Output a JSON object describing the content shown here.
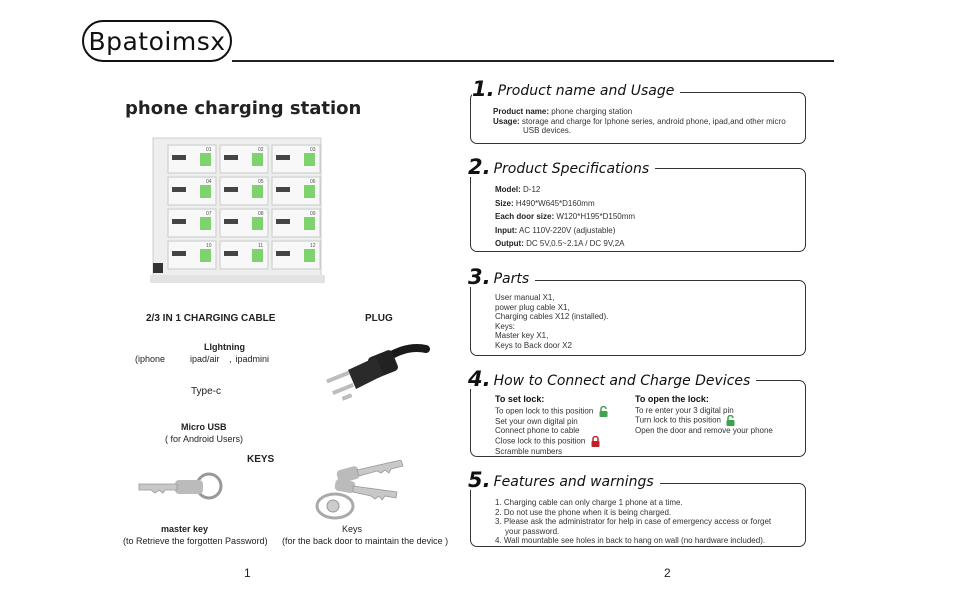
{
  "brand": "Bpatoimsx",
  "left": {
    "title": "phone charging station",
    "cable_heading": "2/3 IN 1 CHARGING CABLE",
    "plug_heading": "PLUG",
    "lightning": "LIghtning",
    "iphone": "(iphone",
    "ipad_air": "ipad/air",
    "ipadmini": "ipadmini",
    "type_c": "Type-c",
    "micro_usb": "Micro USB",
    "for_android": "( for Android Users)",
    "keys_heading": "KEYS",
    "master_key": "master key",
    "master_key_note": "(to Retrieve the forgotten Password)",
    "keys": "Keys",
    "keys_note": "(for the back door to maintain the device )",
    "page_number": "1",
    "door_numbers": [
      "01",
      "02",
      "03",
      "04",
      "05",
      "06",
      "07",
      "08",
      "09",
      "10",
      "11",
      "12"
    ]
  },
  "sections": [
    {
      "num": "1.",
      "title": "Product name and Usage"
    },
    {
      "num": "2.",
      "title": "Product Specifications"
    },
    {
      "num": "3.",
      "title": "Parts"
    },
    {
      "num": "4.",
      "title": "How to Connect and Charge Devices"
    },
    {
      "num": "5.",
      "title": "Features and warnings"
    }
  ],
  "s1": {
    "name_label": "Product name:",
    "name_value": "phone charging station",
    "usage_label": "Usage:",
    "usage_value": "storage and charge for Iphone series, android phone, ipad,and other micro",
    "usage_value2": "USB devices."
  },
  "s2": [
    {
      "label": "Model:",
      "value": "D-12"
    },
    {
      "label": "Size:",
      "value": "H490*W645*D160mm"
    },
    {
      "label": "Each door size:",
      "value": "W120*H195*D150mm"
    },
    {
      "label": "Input:",
      "value": "AC 110V-220V (adjustable)"
    },
    {
      "label": "Output:",
      "value": "DC 5V,0.5~2.1A / DC 9V,2A"
    }
  ],
  "s3": [
    "User manual X1,",
    "power plug cable X1,",
    "Charging cables X12 (installed).",
    "Keys:",
    "Master key X1,",
    "Keys to Back door X2"
  ],
  "s4": {
    "set_heading": "To set lock:",
    "set_lines": [
      "To open lock to this position",
      "Set your own digital pin",
      "Connect phone to cable",
      "Close lock to this position",
      "Scramble numbers"
    ],
    "open_heading": "To open the lock:",
    "open_lines": [
      "To re enter your 3 digital pin",
      "Turn lock to this position",
      "Open the door and remove your phone"
    ]
  },
  "s5": [
    "1. Charging cable can only charge 1 phone at a time.",
    "2. Do not use the phone when it is being charged.",
    "3. Please ask the administrator for help in case of emergency access or forget",
    "your password.",
    "4. Wall mountable see holes in back to hang on wall (no hardware included)."
  ],
  "right_page_number": "2",
  "colors": {
    "lock_green": "#3fa34d",
    "lock_red": "#c0202a",
    "door_green": "#7ed36e"
  }
}
